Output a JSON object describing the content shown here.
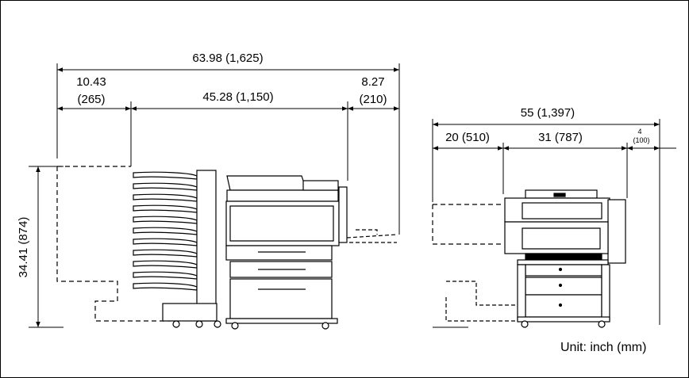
{
  "left_view": {
    "overall_width": "63.98 (1,625)",
    "finisher_width_in": "10.43",
    "finisher_width_mm": "(265)",
    "main_width": "45.28 (1,150)",
    "tray_width_in": "8.27",
    "tray_width_mm": "(210)",
    "height": "34.41 (874)"
  },
  "right_view": {
    "overall_depth": "55 (1,397)",
    "front_depth": "20 (510)",
    "body_depth": "31 (787)",
    "rear_depth_in": "4",
    "rear_depth_mm": "(100)"
  },
  "unit_label": "Unit: inch (mm)"
}
